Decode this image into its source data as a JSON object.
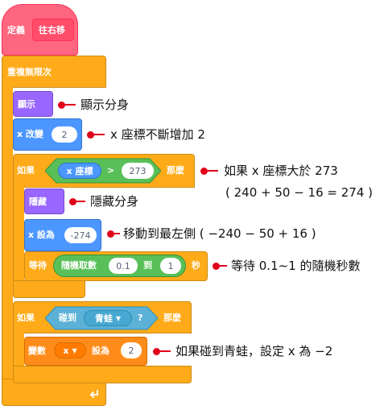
{
  "colors": {
    "control": "#ffab19",
    "control_edge": "#cf8b17",
    "motion": "#4c97ff",
    "motion_edge": "#3373cc",
    "looks": "#9966ff",
    "looks_edge": "#774dcb",
    "sensing": "#5cb1d6",
    "sensing_edge": "#2e8eb8",
    "operators": "#59c059",
    "operators_edge": "#389438",
    "variables": "#ff8c1a",
    "variables_edge": "#db6e00",
    "custom": "#ff6680",
    "custom_edge": "#ff3355",
    "annotation": "#e0001a"
  },
  "define_block": {
    "keyword": "定義",
    "name": "往右移"
  },
  "forever_block": {
    "label": "重複無限次",
    "loop_icon": "loop-arrow-icon"
  },
  "show_block": {
    "label": "顯示"
  },
  "change_x_block": {
    "label": "x 改變",
    "value": "2"
  },
  "if_x_block": {
    "if_label": "如果",
    "then_label": "那麼",
    "reporter": "x 座標",
    "operator": ">",
    "value": "273"
  },
  "hide_block": {
    "label": "隱藏"
  },
  "set_x_block": {
    "label": "x 設為",
    "value": "-274"
  },
  "wait_block": {
    "label": "等待",
    "op_label": "隨機取數",
    "from": "0.1",
    "to_label": "到",
    "to": "1",
    "unit": "秒"
  },
  "if_touch_block": {
    "if_label": "如果",
    "then_label": "那麼",
    "sense_label": "碰到",
    "target": "青蛙",
    "qmark": "?"
  },
  "set_var_block": {
    "label": "變數",
    "var": "x",
    "set_label": "設為",
    "value": "2"
  },
  "annotations": {
    "show": "顯示分身",
    "change_x": "x 座標不斷增加 2",
    "if_x_line1": "如果 x 座標大於 273",
    "if_x_line2": "( 240 + 50 − 16 = 274 )",
    "hide": "隱藏分身",
    "set_x": "移動到最左側 ( −240 − 50 + 16 )",
    "wait": "等待 0.1∼1 的隨機秒數",
    "set_var": "如果碰到青蛙，設定 x 為 −2"
  }
}
